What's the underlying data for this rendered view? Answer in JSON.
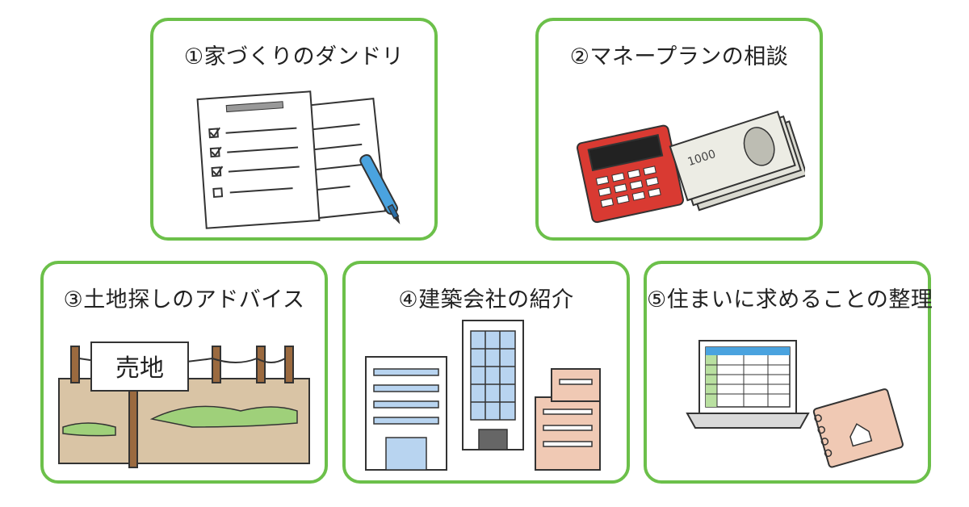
{
  "cards": [
    {
      "title": "①家づくりのダンドリ",
      "icon": "checklist-with-pen-icon"
    },
    {
      "title": "②マネープランの相談",
      "icon": "calculator-and-money-icon"
    },
    {
      "title": "③土地探しのアドバイス",
      "icon": "land-for-sale-sign-icon",
      "sign_text": "売地"
    },
    {
      "title": "④建築会社の紹介",
      "icon": "buildings-icon"
    },
    {
      "title": "⑤住まいに求めることの整理",
      "icon": "laptop-and-notebook-icon"
    }
  ],
  "colors": {
    "border": "#6cc04a",
    "text": "#222222"
  },
  "money_text": "1000"
}
